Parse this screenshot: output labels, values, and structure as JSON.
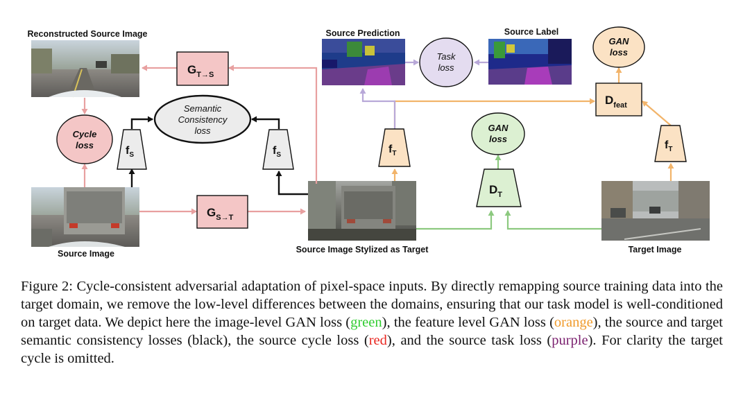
{
  "labels": {
    "reconstructed_source_image": "Reconstructed Source Image",
    "source_image": "Source Image",
    "source_stylized": "Source Image Stylized as Target",
    "target_image": "Target Image",
    "source_prediction": "Source Prediction",
    "source_label": "Source Label"
  },
  "nodes": {
    "g_t_to_s": {
      "main": "G",
      "sub": "T→S"
    },
    "g_s_to_t": {
      "main": "G",
      "sub": "S→T"
    },
    "f_s": {
      "main": "f",
      "sub": "S"
    },
    "f_t": {
      "main": "f",
      "sub": "T"
    },
    "d_t": {
      "main": "D",
      "sub": "T"
    },
    "d_feat": {
      "main": "D",
      "sub": "feat"
    },
    "cycle_loss": [
      "Cycle",
      "loss"
    ],
    "semantic_loss": [
      "Semantic",
      "Consistency",
      "loss"
    ],
    "gan_loss_pixel": [
      "GAN",
      "loss"
    ],
    "gan_loss_feat": [
      "GAN",
      "loss"
    ],
    "task_loss": [
      "Task",
      "loss"
    ]
  },
  "colors": {
    "red_edge": "#e8a0a0",
    "red_fill": "#f4c6c6",
    "orange_edge": "#f2b46a",
    "orange_fill": "#fbe2c4",
    "green_edge": "#8cc97f",
    "green_fill": "#dcf0d2",
    "purple_edge": "#b8a8d8",
    "purple_fill": "#e4dcf0",
    "gray_fill": "#ececec",
    "black": "#111111"
  },
  "caption": {
    "part1": "Figure 2: Cycle-consistent adversarial adaptation of pixel-space inputs. By directly remapping source training data into the target domain, we remove the low-level differences between the domains, ensuring that our task model is well-conditioned on target data. We depict here the image-level GAN loss (",
    "green": "green",
    "part2": "), the feature level GAN loss (",
    "orange": "orange",
    "part3": "), the source and target semantic consistency losses (black), the source cycle loss (",
    "red": "red",
    "part4": "), and the source task loss (",
    "purple": "purple",
    "part5": "). For clarity the target cycle is omitted."
  }
}
